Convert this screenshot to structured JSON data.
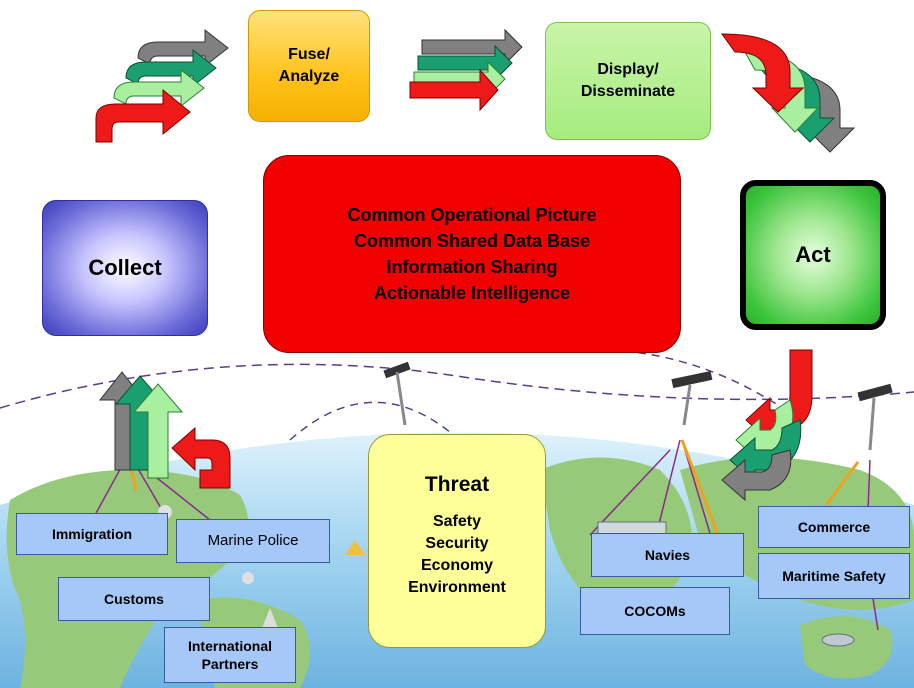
{
  "process": {
    "fuse": [
      "Fuse/",
      "Analyze"
    ],
    "display": [
      "Display/",
      "Disseminate"
    ],
    "collect": "Collect",
    "act": "Act"
  },
  "core": {
    "lines": [
      "Common Operational Picture",
      "Common Shared Data Base",
      "Information Sharing",
      "Actionable Intelligence"
    ]
  },
  "threat": {
    "title": "Threat",
    "items": [
      "Safety",
      "Security",
      "Economy",
      "Environment"
    ]
  },
  "partners": {
    "immigration": "Immigration",
    "marine_police": "Marine Police",
    "customs": "Customs",
    "international": [
      "International",
      "Partners"
    ],
    "navies": "Navies",
    "cocoms": "COCOMs",
    "commerce": "Commerce",
    "maritime_safety": "Maritime Safety"
  },
  "colors": {
    "red": "#f20000",
    "fuse": "#ffc21a",
    "display": "#a6ec7f",
    "collect": "#3c3cb8",
    "act": "#3cc53c",
    "threat": "#ffff99",
    "label": "#a6c8f8",
    "ocean": "#9fd0f0",
    "land": "#97c97a"
  }
}
